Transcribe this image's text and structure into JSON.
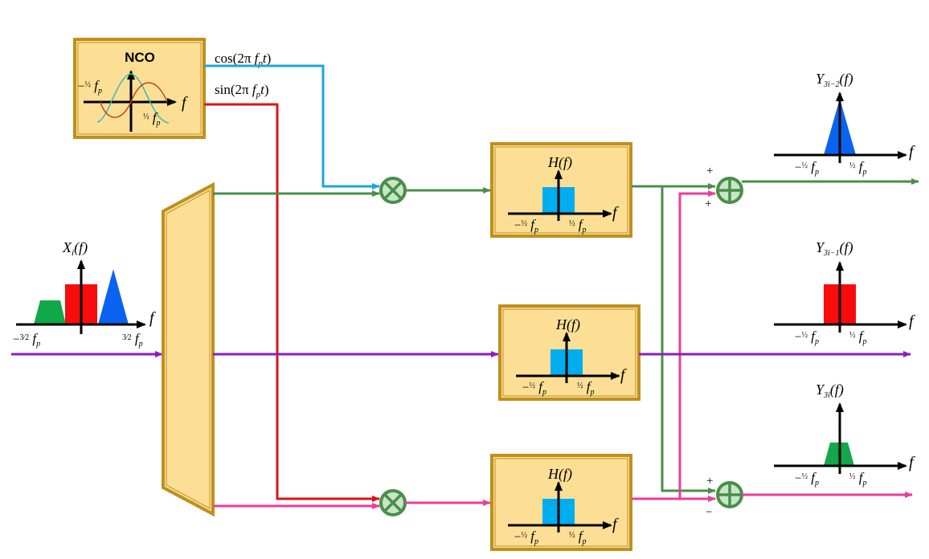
{
  "colors": {
    "box_fill": "#FCDF95",
    "box_stroke": "#C0901E",
    "cos_line": "#1CA6DA",
    "sin_line": "#DD1414",
    "green_line": "#4A8E4A",
    "purple_line": "#8A1DC6",
    "pink_line": "#EC3C9A",
    "blue_shape": "#0A63F0",
    "filter_shape": "#00ADEF",
    "red_shape": "#F80C0C",
    "green_shape": "#10A848",
    "op_fill": "#C8E6C8",
    "op_stroke": "#4A8E4A"
  },
  "nco": {
    "title": "NCO",
    "neg_label": "−½ f_p",
    "pos_label": "½ f_p",
    "axis_label": "f"
  },
  "signals": {
    "cos": "cos(2π f_p t)",
    "sin": "sin(2π f_p t)"
  },
  "input_spectrum": {
    "title": "X_i(f)",
    "neg_label": "−3/2 f_p",
    "pos_label": "3/2 f_p",
    "axis_label": "f"
  },
  "filters": [
    {
      "title": "H(f)",
      "neg_label": "−½ f_p",
      "pos_label": "½ f_p",
      "axis_label": "f"
    },
    {
      "title": "H(f)",
      "neg_label": "−½ f_p",
      "pos_label": "½ f_p",
      "axis_label": "f"
    },
    {
      "title": "H(f)",
      "neg_label": "−½ f_p",
      "pos_label": "½ f_p",
      "axis_label": "f"
    }
  ],
  "outputs": [
    {
      "title_main": "Y",
      "title_sub": "3i−2",
      "title_arg": "(f)",
      "neg_label": "−½ f_p",
      "pos_label": "½ f_p",
      "axis_label": "f",
      "shape": "triangle"
    },
    {
      "title_main": "Y",
      "title_sub": "3i−1",
      "title_arg": "(f)",
      "neg_label": "−½ f_p",
      "pos_label": "½ f_p",
      "axis_label": "f",
      "shape": "rectangle"
    },
    {
      "title_main": "Y",
      "title_sub": "3i",
      "title_arg": "(f)",
      "neg_label": "−½ f_p",
      "pos_label": "½ f_p",
      "axis_label": "f",
      "shape": "trapezoid"
    }
  ],
  "adders": [
    {
      "top_sign": "+",
      "bottom_sign": "+"
    },
    {
      "top_sign": "+",
      "bottom_sign": "−"
    }
  ]
}
